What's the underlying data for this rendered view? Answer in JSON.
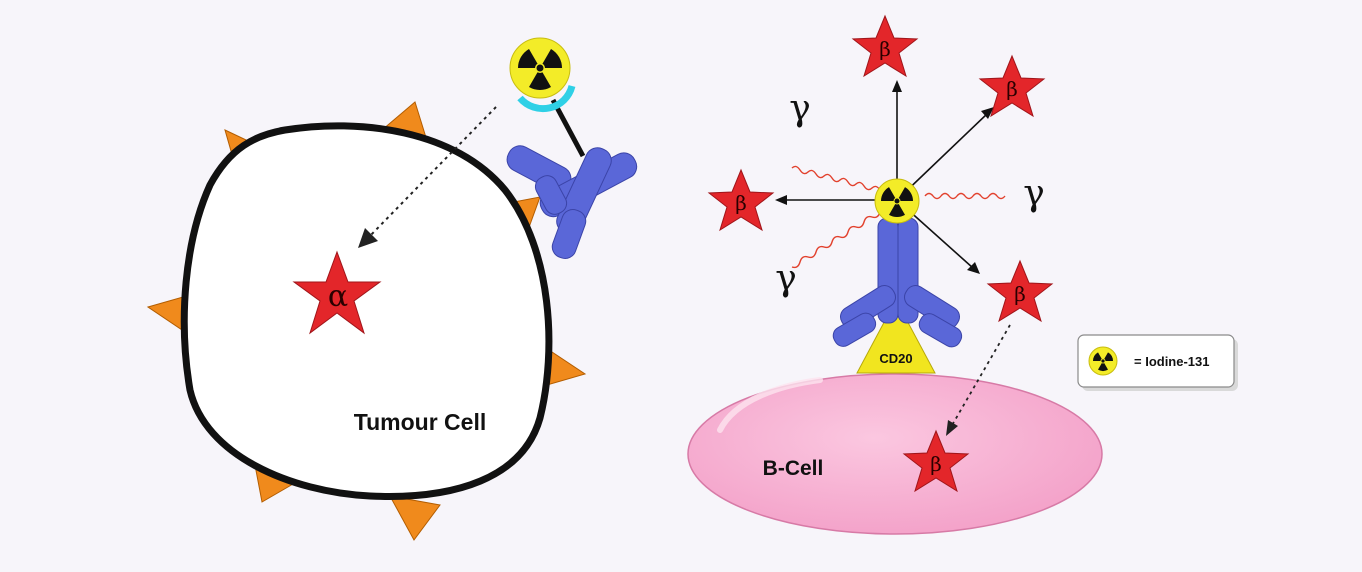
{
  "left_panel": {
    "cell_label": "Tumour Cell",
    "alpha_symbol": "α"
  },
  "right_panel": {
    "cell_label": "B-Cell",
    "receptor_label": "CD20",
    "beta_symbol": "β",
    "gamma_symbol": "γ"
  },
  "legend": {
    "icon": "radiation-icon",
    "text": "= Iodine-131"
  },
  "colors": {
    "cell_outline": "#111111",
    "antigen_spikes": "#f08a1c",
    "antibody": "#5a67d8",
    "particle_star": "#e3262a",
    "radiation_yellow": "#f3ec28",
    "b_cell_fill": "#f6a9cf",
    "cd20_fill": "#f1e51f",
    "gamma_wave": "#e2412d",
    "chelator_cyan": "#2fd0e6"
  }
}
